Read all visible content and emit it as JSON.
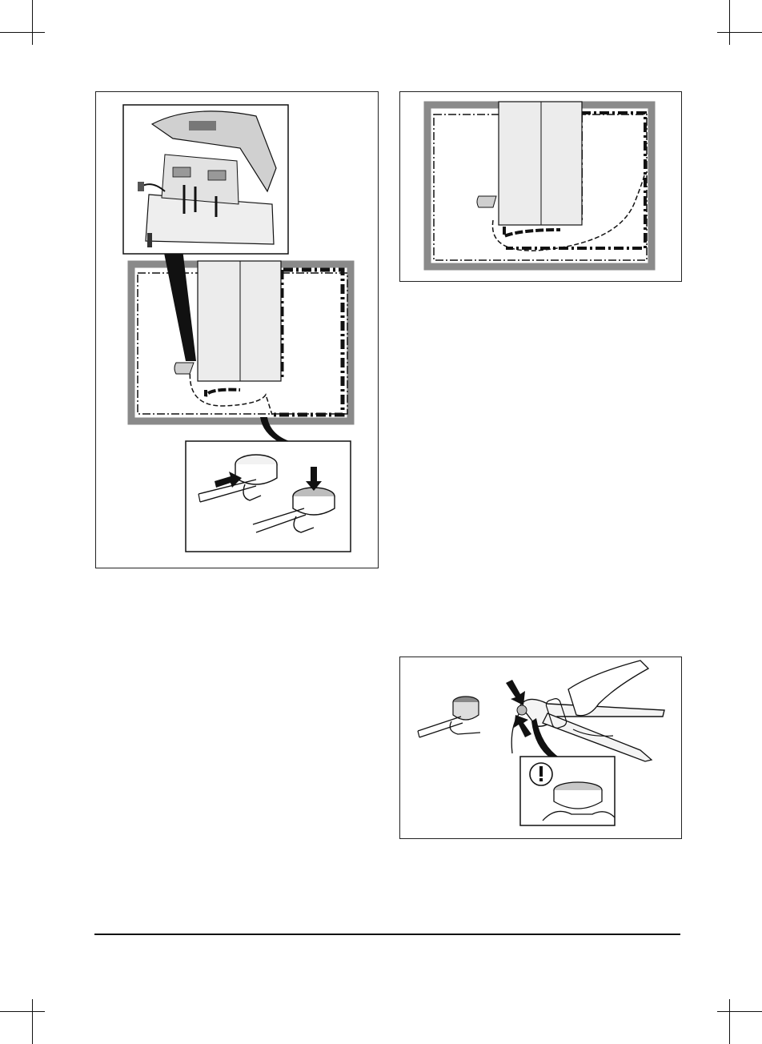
{
  "page": {
    "crop_marks": "cross-icon",
    "rule_color": "#111111"
  },
  "figures": [
    {
      "id": "fig-station-loop-connectors",
      "icons": [
        "charging-station-icon",
        "guide-wire-loop-icon",
        "wire-connector-icon",
        "press-arrow-icon"
      ]
    },
    {
      "id": "fig-loop-layout",
      "icons": [
        "guide-wire-loop-icon",
        "connector-tab-icon"
      ]
    },
    {
      "id": "fig-pliers-crimp",
      "icons": [
        "wire-connector-icon",
        "pliers-icon",
        "press-arrow-icon",
        "warning-exclamation-icon"
      ]
    }
  ],
  "colors": {
    "ink": "#111111",
    "hedge": "#8a8a8a",
    "station": "#dcdcdc"
  }
}
